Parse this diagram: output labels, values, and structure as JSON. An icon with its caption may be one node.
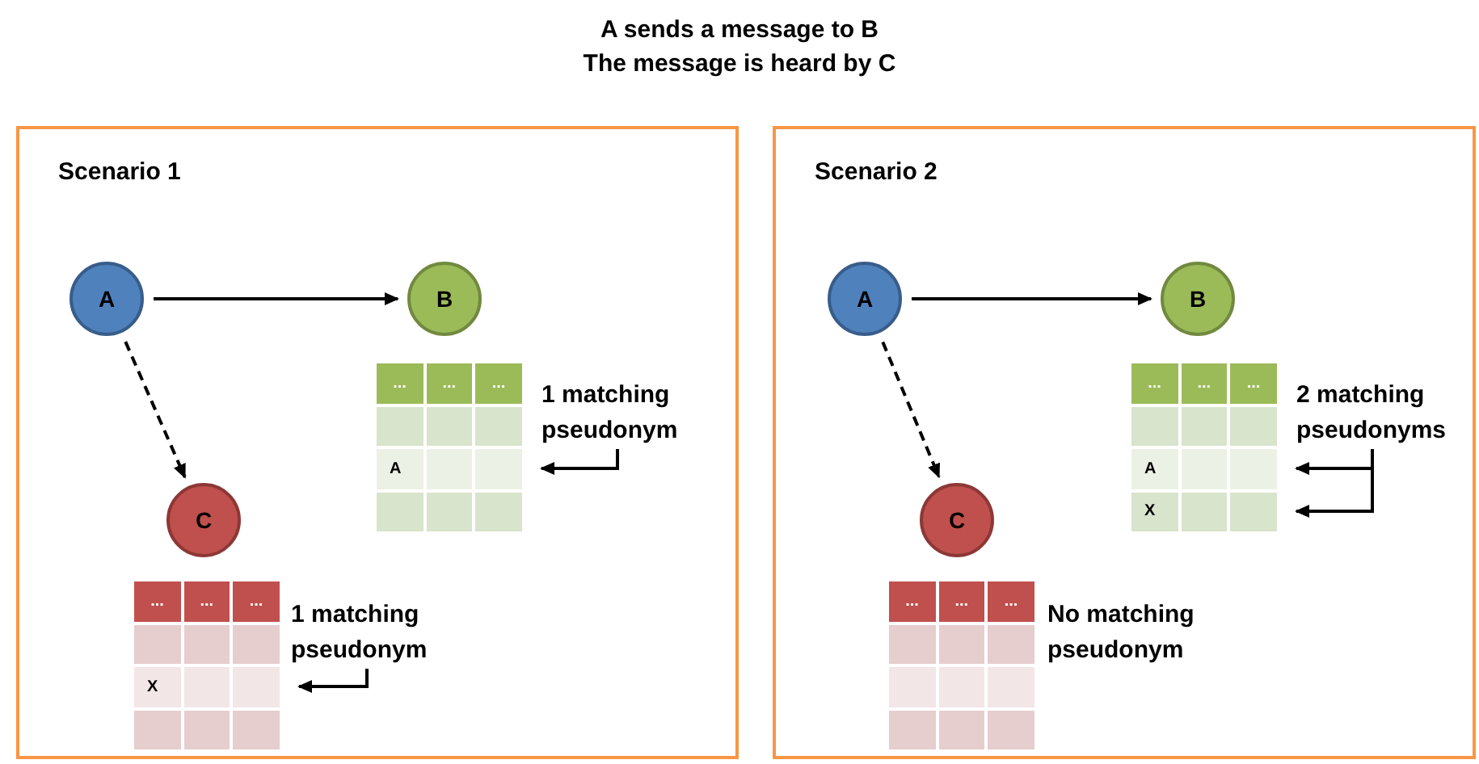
{
  "diagram": {
    "nodes": [
      {
        "text": [
          "Scenario 1"
        ]
      },
      {
        "text": [
          "A"
        ],
        "in": 0
      },
      {
        "text": [
          "B"
        ],
        "in": 0
      },
      {
        "text": [
          "C"
        ],
        "in": 0
      },
      {
        "text": [
          "...",
          "...",
          "...",
          "A"
        ],
        "in": 0
      },
      {
        "text": [
          "1 matching pseudonym"
        ],
        "in": 0
      },
      {
        "text": [
          "...",
          "...",
          "...",
          "X"
        ],
        "in": 0
      },
      {
        "text": [
          "1 matching pseudonym"
        ],
        "in": 0
      },
      {
        "text": [
          "Scenario 2"
        ]
      },
      {
        "text": [
          "A"
        ],
        "in": 8
      },
      {
        "text": [
          "B"
        ],
        "in": 8
      },
      {
        "text": [
          "C"
        ],
        "in": 8
      },
      {
        "text": [
          "...",
          "...",
          "...",
          "A",
          "X"
        ],
        "in": 8
      },
      {
        "text": [
          "2 matching pseudonyms"
        ],
        "in": 8
      },
      {
        "text": [
          "...",
          "...",
          "..."
        ],
        "in": 8
      }
    ],
    "edges": [
      {
        "from": 1,
        "to": 2,
        "arrow": "to"
      },
      {
        "from": 1,
        "to": 3,
        "arrow": "to",
        "style": "dashed"
      },
      {
        "from": 5,
        "to": 4,
        "arrow": "to"
      },
      {
        "from": 7,
        "to": 6,
        "arrow": "to"
      },
      {
        "from": 9,
        "to": 10,
        "arrow": "to"
      },
      {
        "from": 9,
        "to": 11,
        "arrow": "to",
        "style": "dashed"
      },
      {
        "from": 13,
        "to": 12,
        "arrow": "to"
      },
      {
        "from": 13,
        "to": 12,
        "arrow": "to"
      }
    ],
    "labels": [
      "A sends a message to B",
      "The message is heard by C",
      "No matching pseudonym"
    ]
  }
}
